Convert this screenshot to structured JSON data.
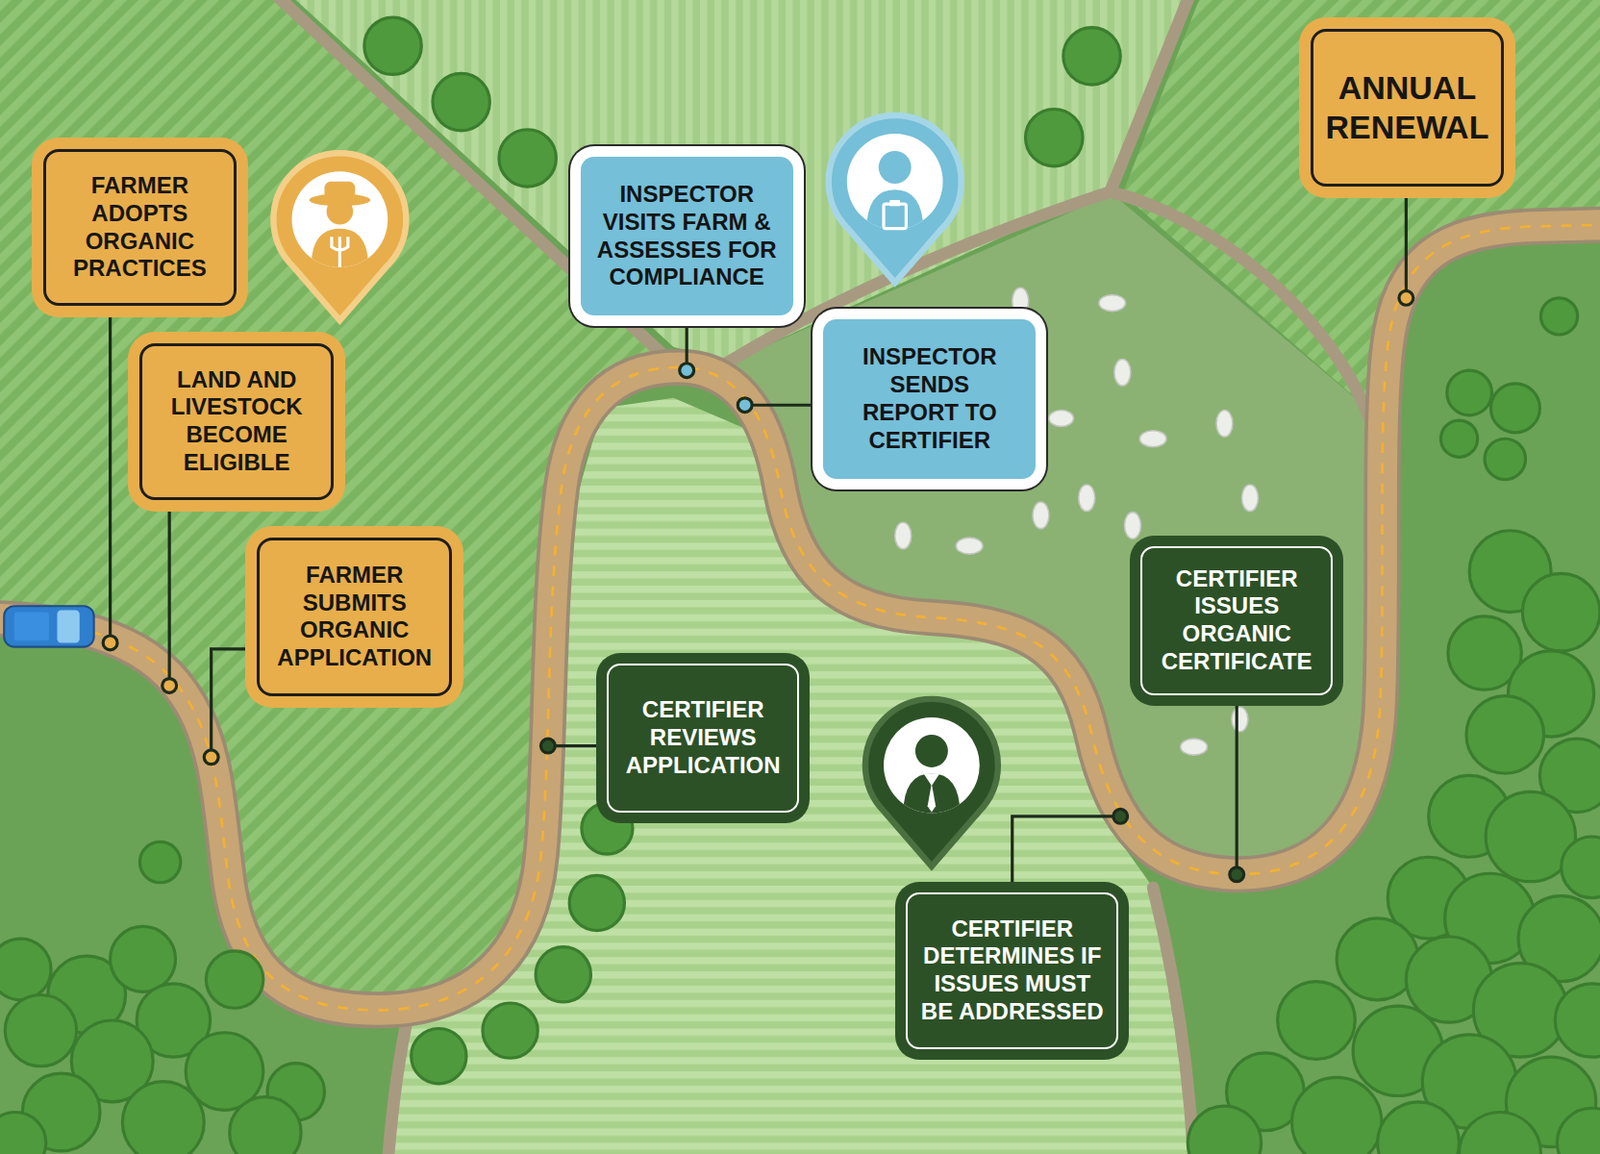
{
  "diagram": {
    "nodes": [
      {
        "text": [
          "FARMER ADOPTS ORGANIC PRACTICES"
        ]
      },
      {
        "text": [
          "LAND AND LIVESTOCK BECOME ELIGIBLE"
        ]
      },
      {
        "text": [
          "FARMER SUBMITS ORGANIC APPLICATION"
        ]
      },
      {
        "text": [
          "CERTIFIER REVIEWS APPLICATION"
        ]
      },
      {
        "text": [
          "INSPECTOR VISITS FARM & ASSESSES FOR COMPLIANCE"
        ]
      },
      {
        "text": [
          "INSPECTOR SENDS REPORT TO CERTIFIER"
        ]
      },
      {
        "text": [
          "CERTIFIER DETERMINES IF ISSUES MUST BE ADDRESSED"
        ]
      },
      {
        "text": [
          "CERTIFIER ISSUES ORGANIC CERTIFICATE"
        ]
      },
      {
        "text": [
          "ANNUAL RENEWAL"
        ]
      }
    ]
  }
}
